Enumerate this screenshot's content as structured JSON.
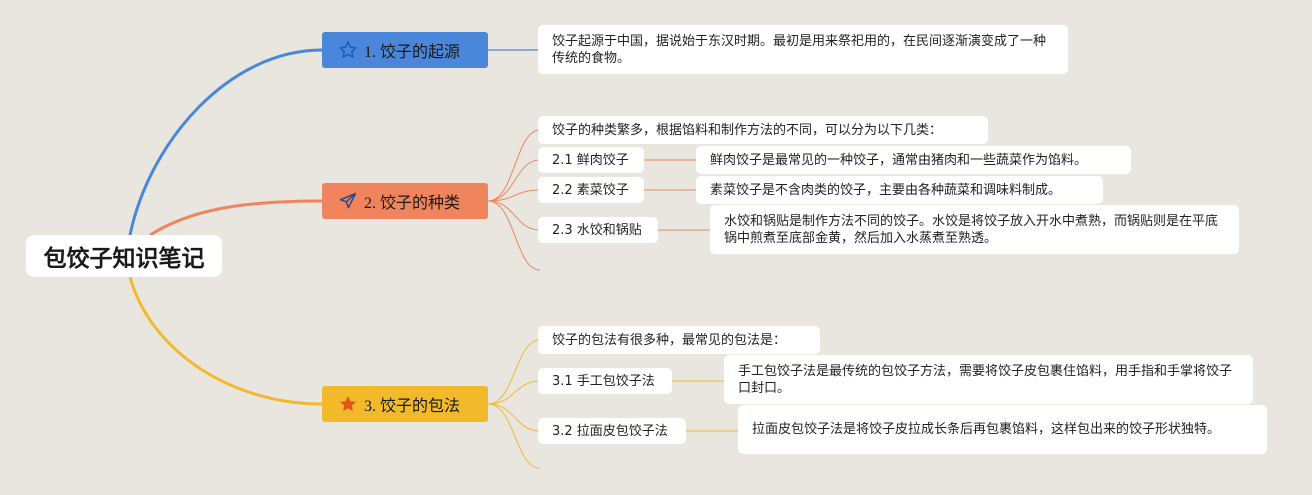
{
  "root": {
    "title": "包饺子知识笔记"
  },
  "branches": [
    {
      "label": "1. 饺子的起源",
      "icon": "star-outline-icon",
      "color": "#4a86d9",
      "line_color": "#4a86d9",
      "note": "饺子起源于中国，据说始于东汉时期。最初是用来祭祀用的，在民间逐渐演变成了一种传统的食物。"
    },
    {
      "label": "2. 饺子的种类",
      "icon": "paper-plane-icon",
      "color": "#f0845c",
      "line_color": "#f0845c",
      "intro": "饺子的种类繁多，根据馅料和制作方法的不同，可以分为以下几类：",
      "items": [
        {
          "label": "2.1 鲜肉饺子",
          "detail": "鲜肉饺子是最常见的一种饺子，通常由猪肉和一些蔬菜作为馅料。"
        },
        {
          "label": "2.2 素菜饺子",
          "detail": "素菜饺子是不含肉类的饺子，主要由各种蔬菜和调味料制成。"
        },
        {
          "label": "2.3 水饺和锅贴",
          "detail": "水饺和锅贴是制作方法不同的饺子。水饺是将饺子放入开水中煮熟，而锅贴则是在平底锅中煎煮至底部金黄，然后加入水蒸煮至熟透。"
        }
      ]
    },
    {
      "label": "3. 饺子的包法",
      "icon": "star-filled-icon",
      "color": "#f2b92b",
      "line_color": "#f2b92b",
      "intro": "饺子的包法有很多种，最常见的包法是：",
      "items": [
        {
          "label": "3.1 手工包饺子法",
          "detail": "手工包饺子法是最传统的包饺子方法，需要将饺子皮包裹住馅料，用手指和手掌将饺子口封口。"
        },
        {
          "label": "3.2 拉面皮包饺子法",
          "detail": "拉面皮包饺子法是将饺子皮拉成长条后再包裹馅料，这样包出来的饺子形状独特。"
        }
      ]
    }
  ]
}
